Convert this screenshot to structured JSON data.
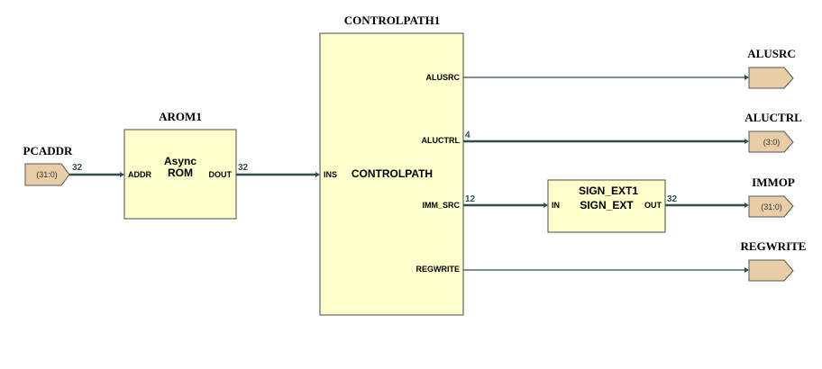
{
  "ports": {
    "pcaddr": {
      "name": "PCADDR",
      "range": "(31:0)"
    },
    "alusrc": {
      "name": "ALUSRC",
      "range": ""
    },
    "aluctrl": {
      "name": "ALUCTRL",
      "range": "(3:0)"
    },
    "immop": {
      "name": "IMMOP",
      "range": "(31:0)"
    },
    "regwrite": {
      "name": "REGWRITE",
      "range": ""
    }
  },
  "blocks": {
    "arom": {
      "instance": "AROM1",
      "label_line1": "Async",
      "label_line2": "ROM",
      "pin_in": "ADDR",
      "pin_out": "DOUT"
    },
    "controlpath": {
      "instance": "CONTROLPATH1",
      "label": "CONTROLPATH",
      "pin_in": "INS",
      "pins_out": [
        "ALUSRC",
        "ALUCTRL",
        "IMM_SRC",
        "REGWRITE"
      ]
    },
    "signext": {
      "instance": "SIGN_EXT1",
      "label": "SIGN_EXT",
      "pin_in": "IN",
      "pin_out": "OUT"
    }
  },
  "bus_widths": {
    "pcaddr_to_rom": "32",
    "rom_to_ctrl": "32",
    "aluctrl": "4",
    "imm_src": "12",
    "signext_out": "32"
  },
  "colors": {
    "block_fill": "#ffffcc",
    "port_fill": "#e8cda6",
    "wire": "#2f4f4f"
  }
}
